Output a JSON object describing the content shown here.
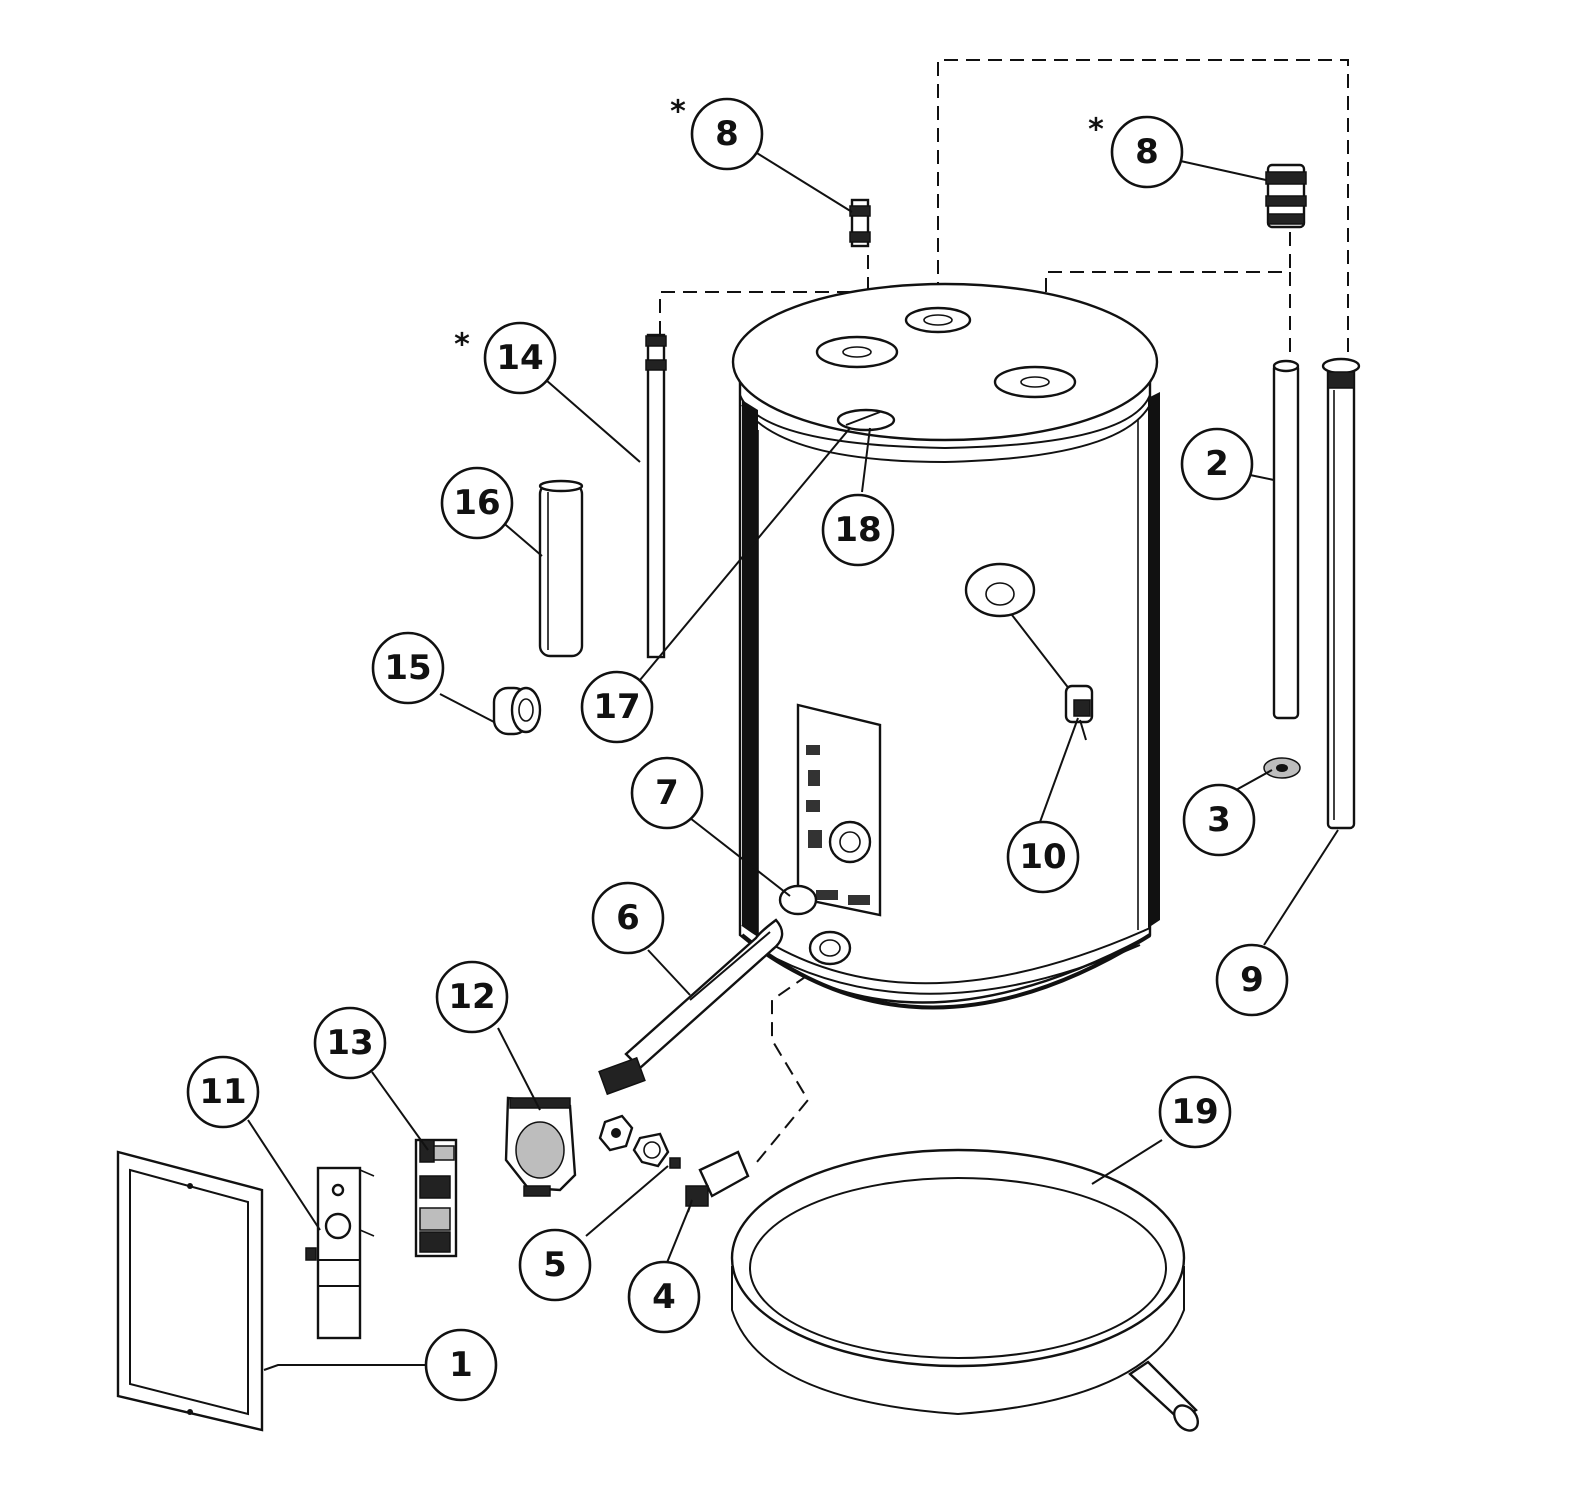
{
  "callouts": [
    {
      "label": "8"
    },
    {
      "label": "8"
    },
    {
      "label": "14"
    },
    {
      "label": "16"
    },
    {
      "label": "2"
    },
    {
      "label": "18"
    },
    {
      "label": "15"
    },
    {
      "label": "17"
    },
    {
      "label": "10"
    },
    {
      "label": "7"
    },
    {
      "label": "3"
    },
    {
      "label": "6"
    },
    {
      "label": "9"
    },
    {
      "label": "12"
    },
    {
      "label": "13"
    },
    {
      "label": "11"
    },
    {
      "label": "19"
    },
    {
      "label": "5"
    },
    {
      "label": "4"
    },
    {
      "label": "1"
    }
  ],
  "asterisks": [
    {
      "text": "*"
    },
    {
      "text": "*"
    },
    {
      "text": "*"
    }
  ]
}
